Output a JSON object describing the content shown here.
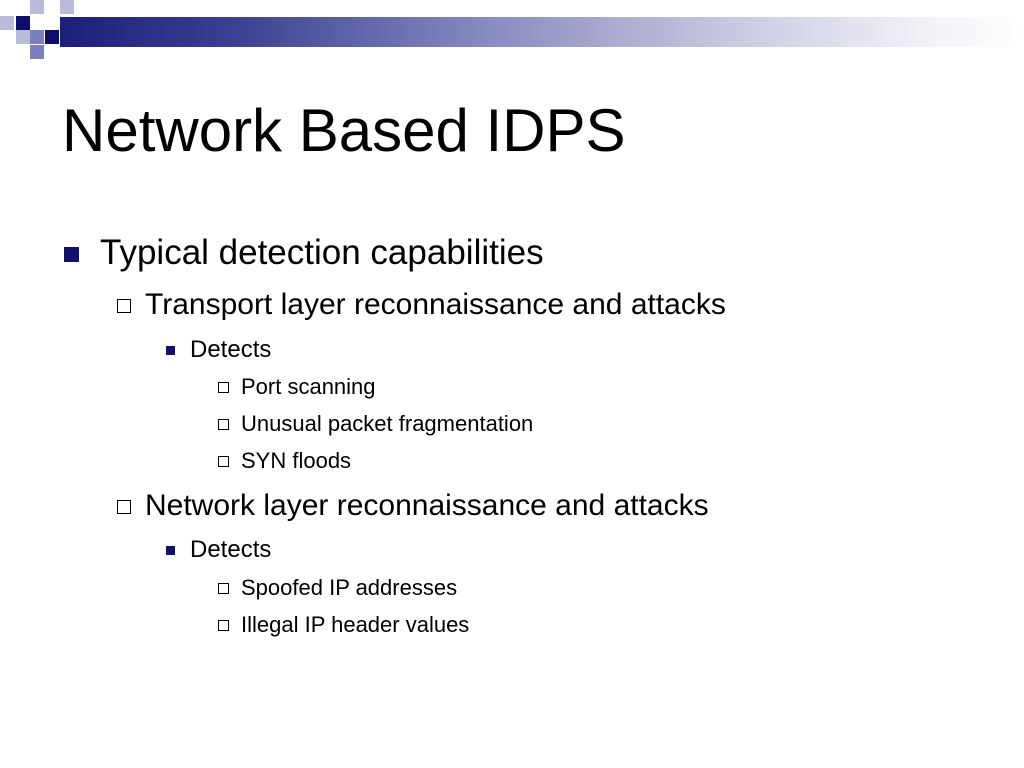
{
  "slide": {
    "title": "Network Based IDPS",
    "content": {
      "level1": "Typical detection capabilities",
      "transport": {
        "heading": "Transport layer reconnaissance and attacks",
        "detects": "Detects",
        "items": [
          "Port scanning",
          "Unusual packet fragmentation",
          "SYN floods"
        ]
      },
      "network": {
        "heading": "Network layer reconnaissance and attacks",
        "detects": "Detects",
        "items": [
          "Spoofed IP addresses",
          "Illegal IP header values"
        ]
      }
    }
  },
  "colors": {
    "accent_dark": "#0c0c6a",
    "accent_mid": "#7c7fbe",
    "accent_light": "#b9bbdb",
    "bullet_fill": "#10106e"
  },
  "icons": {
    "level1_bullet": "filled-square",
    "level2_bullet": "hollow-square",
    "level3_bullet": "filled-square-small",
    "level4_bullet": "hollow-square-small"
  }
}
